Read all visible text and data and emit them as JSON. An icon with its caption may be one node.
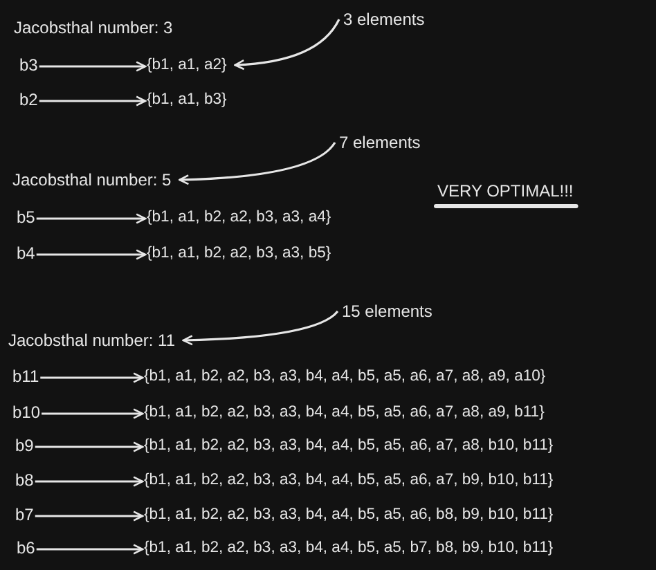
{
  "diagram": {
    "nodes": [
      {
        "text": [
          "Jacobsthal number: 3"
        ]
      },
      {
        "text": [
          "3 elements"
        ]
      },
      {
        "text": [
          "b3"
        ]
      },
      {
        "text": [
          "{b1, a1, a2}"
        ]
      },
      {
        "text": [
          "b2"
        ]
      },
      {
        "text": [
          "{b1, a1, b3}"
        ]
      },
      {
        "text": [
          "7 elements"
        ]
      },
      {
        "text": [
          "Jacobsthal number: 5"
        ]
      },
      {
        "text": [
          "b5"
        ]
      },
      {
        "text": [
          "{b1, a1, b2, a2, b3, a3, a4}"
        ]
      },
      {
        "text": [
          "b4"
        ]
      },
      {
        "text": [
          "{b1, a1, b2, a2, b3, a3, b5}"
        ]
      },
      {
        "text": [
          "15 elements"
        ]
      },
      {
        "text": [
          "Jacobsthal number: 11"
        ]
      },
      {
        "text": [
          "b11"
        ]
      },
      {
        "text": [
          "{b1, a1, b2, a2, b3, a3, b4, a4, b5, a5, a6, a7, a8, a9, a10}"
        ]
      },
      {
        "text": [
          "b10"
        ]
      },
      {
        "text": [
          "{b1, a1, b2, a2, b3, a3, b4, a4, b5, a5, a6, a7, a8, a9, b11}"
        ]
      },
      {
        "text": [
          "b9"
        ]
      },
      {
        "text": [
          "{b1, a1, b2, a2, b3, a3, b4, a4, b5, a5, a6, a7, a8, b10, b11}"
        ]
      },
      {
        "text": [
          "b8"
        ]
      },
      {
        "text": [
          "{b1, a1, b2, a2, b3, a3, b4, a4, b5, a5, a6, a7, b9, b10, b11}"
        ]
      },
      {
        "text": [
          "b7"
        ]
      },
      {
        "text": [
          "{b1, a1, b2, a2, b3, a3, b4, a4, b5, a5, a6, b8, b9, b10, b11}"
        ]
      },
      {
        "text": [
          "b6"
        ]
      },
      {
        "text": [
          "{b1, a1, b2, a2, b3, a3, b4, a4, b5, a5, b7, b8, b9, b10, b11}"
        ]
      }
    ],
    "edges": [
      {
        "from": 1,
        "to": 3,
        "arrow": "to"
      },
      {
        "from": 2,
        "to": 3,
        "arrow": "to"
      },
      {
        "from": 4,
        "to": 5,
        "arrow": "to"
      },
      {
        "from": 6,
        "to": 7,
        "arrow": "to"
      },
      {
        "from": 8,
        "to": 9,
        "arrow": "to"
      },
      {
        "from": 10,
        "to": 11,
        "arrow": "to"
      },
      {
        "from": 12,
        "to": 13,
        "arrow": "to"
      },
      {
        "from": 14,
        "to": 15,
        "arrow": "to"
      },
      {
        "from": 16,
        "to": 17,
        "arrow": "to"
      },
      {
        "from": 18,
        "to": 19,
        "arrow": "to"
      },
      {
        "from": 20,
        "to": 21,
        "arrow": "to"
      },
      {
        "from": 22,
        "to": 23,
        "arrow": "to"
      },
      {
        "from": 24,
        "to": 25,
        "arrow": "to"
      }
    ],
    "labels": [
      "VERY OPTIMAL!!!"
    ]
  }
}
